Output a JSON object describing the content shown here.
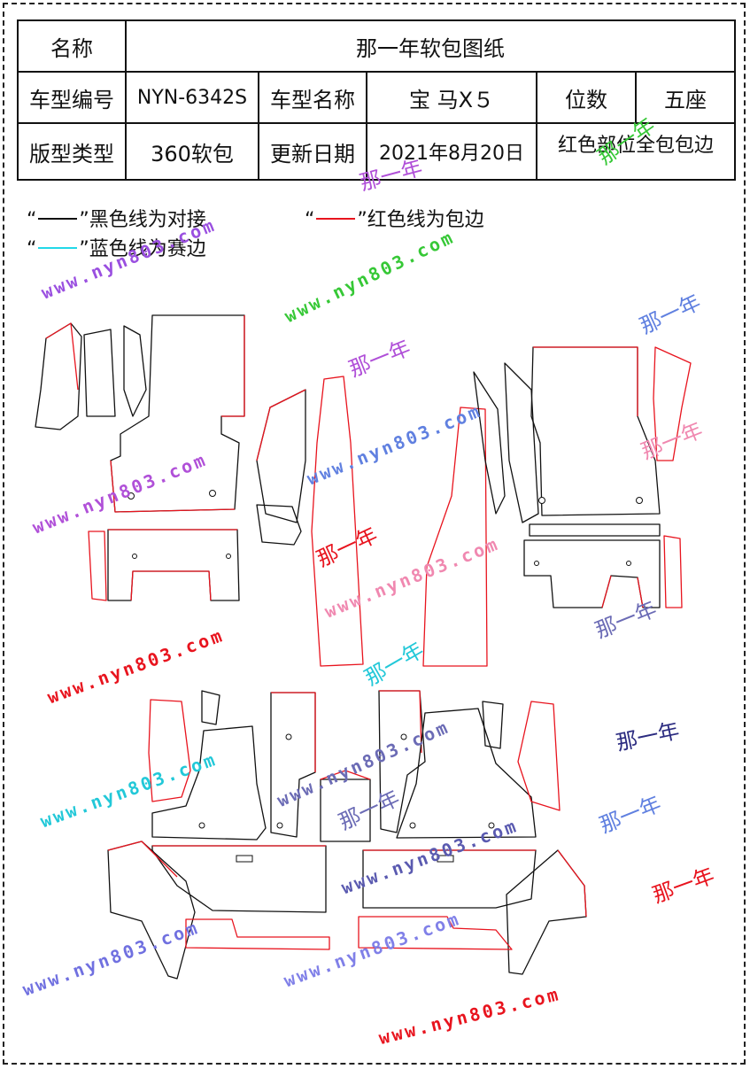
{
  "table": {
    "row1": {
      "label": "名称",
      "title": "那一年软包图纸"
    },
    "row2": {
      "model_code_label": "车型编号",
      "model_code": "NYN-6342S",
      "model_name_label": "车型名称",
      "model_name": "宝 马X５",
      "seats_label": "位数",
      "seats": "五座"
    },
    "row3": {
      "type_label": "版型类型",
      "type": "360软包",
      "date_label": "更新日期",
      "date": "2021年8月20日",
      "note": "红色部位全包包边"
    }
  },
  "legend": {
    "black": {
      "open": "“",
      "close": "”黑色线为对接"
    },
    "red": {
      "open": "“",
      "close": "”红色线为包边"
    },
    "cyan": {
      "open": "“",
      "close": "”蓝色线为赛边"
    }
  },
  "colors": {
    "black_line": "#111111",
    "red_line": "#e8141e",
    "cyan_line": "#22d8e8"
  },
  "watermarks": {
    "url": "www.nyn803.com",
    "chinese": "那一年"
  }
}
